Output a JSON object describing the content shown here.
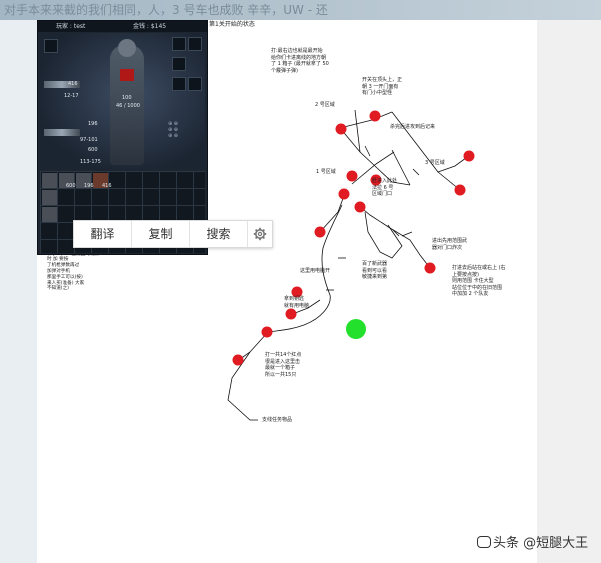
{
  "backdrop": {
    "banner_text": "对手本来来截的我们相同，人，3 号车也成败 辛辛，UW - 还"
  },
  "game_ui": {
    "player_label": "玩家 : test",
    "money_label": "金钱 : $145",
    "stat_level": "416",
    "stat_range": "12-17",
    "stat_hp": "100",
    "stat_hp_max": "46 / 1000",
    "stat_armor": "196",
    "stat_attack": "97-101",
    "stat_def": "600",
    "stat_dmg": "113-175",
    "inv_counts": [
      "600",
      "196",
      "416"
    ]
  },
  "context_menu": {
    "items": [
      "翻译",
      "复制",
      "搜索"
    ],
    "settings_icon": "gear-icon"
  },
  "map": {
    "title": "第1关开始的状态",
    "annotations": [
      "打:最右边也就是最开始\n给你们卡进离线的地方朝\n了 1 箱子 (最开就拿了 50\n个霰弹子弹)",
      "开关在顶头上，正\n朝 3 一开门面有\n有门小中型怪",
      "2 号区域",
      "杀完后进攻到后记来",
      "3 号区域",
      "1 号区域",
      "赶进入此处\n法拉 6 号\n区域门口",
      "进出先用范围武\n器对门口炸次",
      "雷达技能打出(技)\n天，5号 精灵 补满全\n补了 A，一 些更困的物质\n时 加 要按\n了机枪弹数再过\n加弹对手机\n那里手工可以(按)\n来人买(准备) 大家\n不知道(之)",
      "百了新武器\n看到可以看\n敏捷来到第",
      "打进去后站在或右上 (右\n上要按点按)\n则用范围 卡住大型\n站位位于中的在旧范围\n中加加 2 个队友",
      "这里用电脑开",
      "拿到钥匙\n就有用电脑",
      "打一共14个红点\n很是进入这里击\n最就一个箱子\n所以一共15只",
      "支线任务物品"
    ]
  },
  "colors": {
    "marker_red": "#e01b22",
    "marker_green": "#22e02b",
    "line": "#111111"
  },
  "watermark": {
    "text": "头条 @短腿大王"
  }
}
